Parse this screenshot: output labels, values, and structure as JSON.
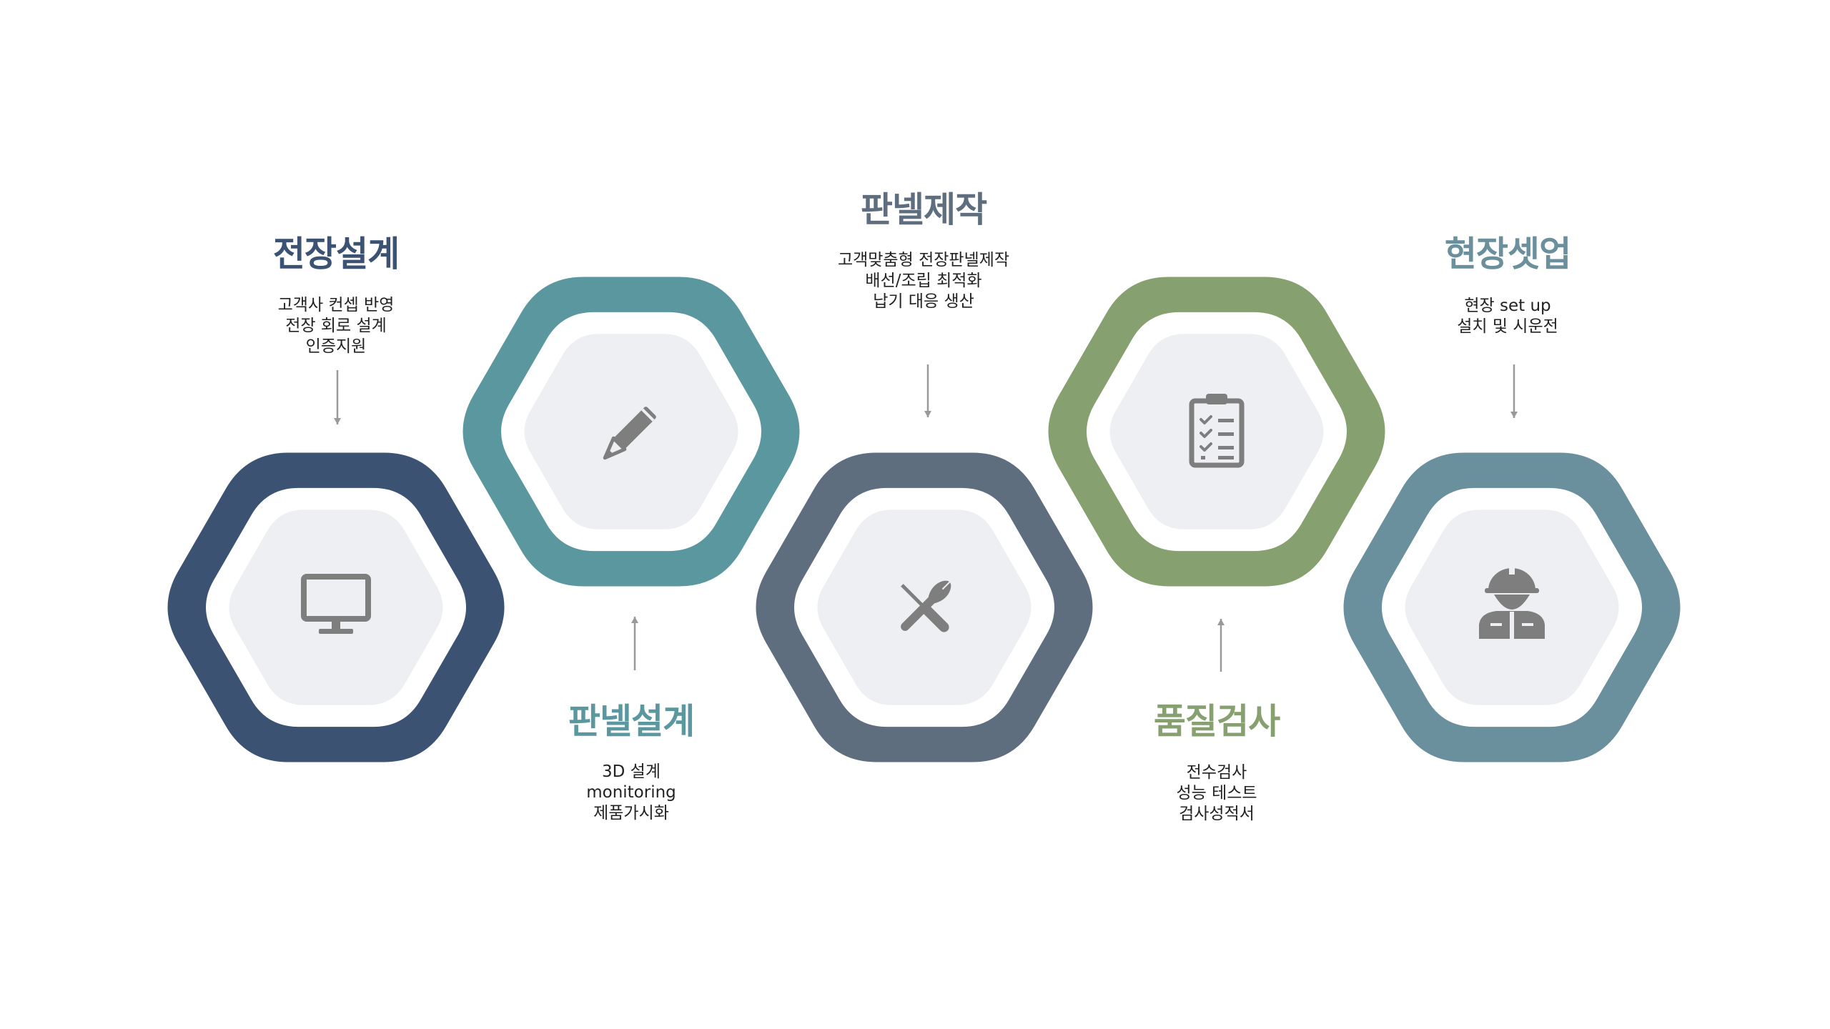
{
  "colors": {
    "navy": "#3b5272",
    "teal": "#5b979e",
    "slate": "#5e6e7e",
    "green": "#86a16f",
    "steel": "#6a8f9d",
    "inner_fill": "#eeeff3",
    "icon": "#7e7e7e",
    "arrow": "#999999"
  },
  "steps": [
    {
      "title": "전장설계",
      "lines": [
        "고객사 컨셉 반영",
        "전장 회로 설계",
        "인증지원"
      ],
      "icon": "monitor-icon",
      "color": "#3b5272"
    },
    {
      "title": "판넬설계",
      "lines": [
        "3D 설계",
        "monitoring",
        "제품가시화"
      ],
      "icon": "pencil-icon",
      "color": "#5b979e"
    },
    {
      "title": "판넬제작",
      "lines": [
        "고객맞춤형 전장판넬제작",
        "배선/조립 최적화",
        "납기 대응 생산"
      ],
      "icon": "tools-icon",
      "color": "#5e6e7e"
    },
    {
      "title": "품질검사",
      "lines": [
        "전수검사",
        "성능 테스트",
        "검사성적서"
      ],
      "icon": "clipboard-checklist-icon",
      "color": "#86a16f"
    },
    {
      "title": "현장셋업",
      "lines": [
        "현장 set up",
        "설치 및 시운전"
      ],
      "icon": "worker-icon",
      "color": "#6a8f9d"
    }
  ]
}
